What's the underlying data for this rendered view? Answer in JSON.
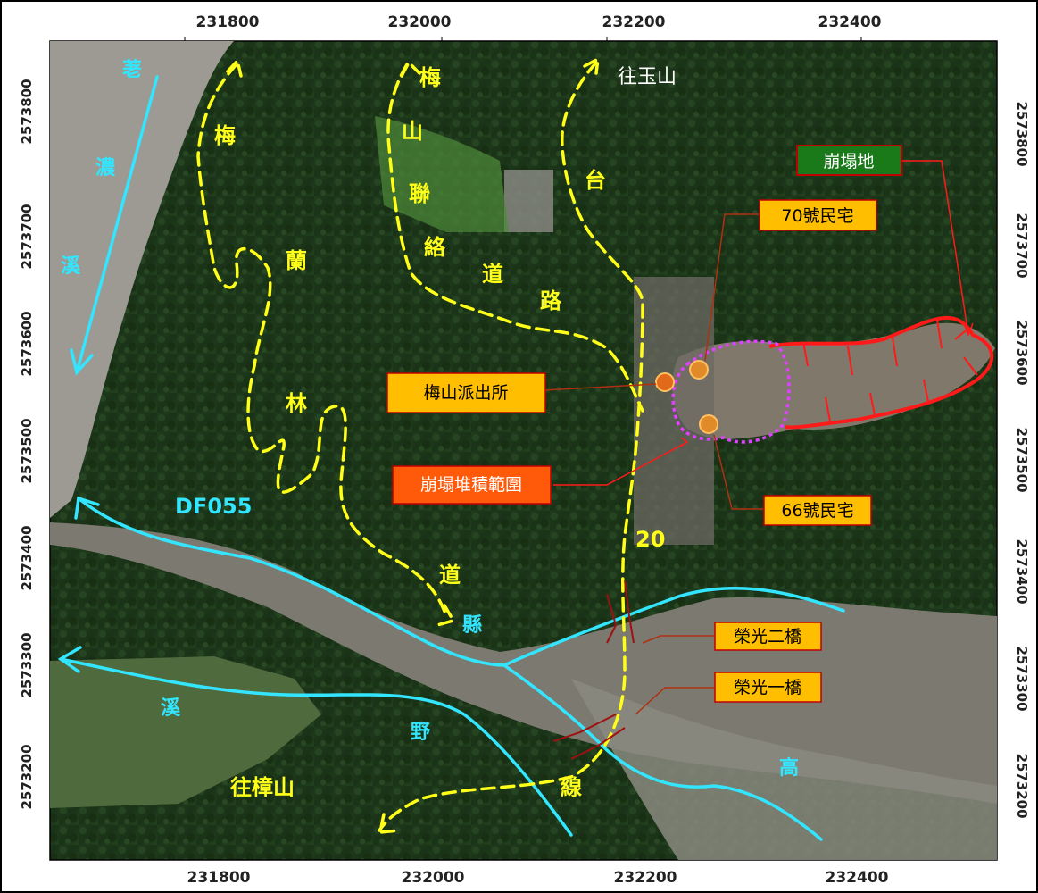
{
  "axes": {
    "x_ticks": [
      "231800",
      "232000",
      "232200",
      "232400"
    ],
    "y_ticks_left": [
      "2573800",
      "2573700",
      "2573600",
      "2573500",
      "2573400",
      "2573300",
      "2573200"
    ],
    "y_ticks_right": [
      "2573800",
      "2573700",
      "2573600",
      "2573500",
      "2573400",
      "2573300",
      "2573200"
    ]
  },
  "roads": {
    "meishan_link_chars": [
      "梅",
      "山",
      "聯",
      "絡",
      "道",
      "路"
    ],
    "tai20_chars": [
      "台",
      "20",
      "線"
    ],
    "meilan_forest_chars": [
      "梅",
      "蘭",
      "林",
      "道"
    ],
    "county_char": "縣",
    "to_yushan": "往玉山",
    "to_zhangshan": "往樟山"
  },
  "rivers": {
    "laonong_chars": [
      "荖",
      "濃",
      "溪"
    ],
    "gao_chars": [
      "野",
      "高"
    ],
    "xi_char": "溪",
    "df_code": "DF055"
  },
  "callouts": {
    "landslide": "崩塌地",
    "house70": "70號民宅",
    "police": "梅山派出所",
    "deposit": "崩塌堆積範圍",
    "house66": "66號民宅",
    "bridge2": "榮光二橋",
    "bridge1": "榮光一橋"
  },
  "colors": {
    "road_yellow": "#ffff1a",
    "river_cyan": "#33e5ff",
    "landslide_red": "#ff1a1a",
    "deposit_magenta": "#e040ff",
    "callout_orange": "#ffbf00",
    "callout_green": "#1a7a1a",
    "callout_red_orange": "#ff5a0a"
  }
}
